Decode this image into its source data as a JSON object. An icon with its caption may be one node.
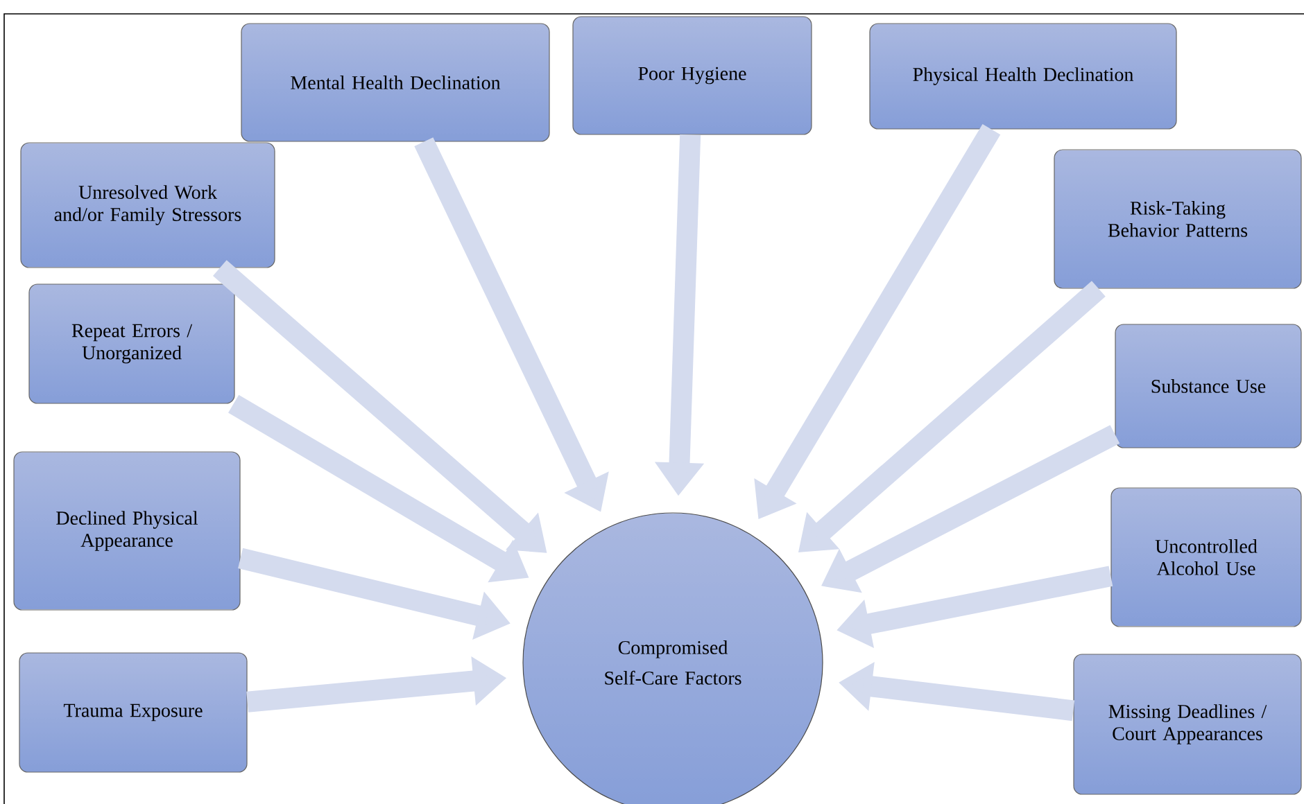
{
  "diagram": {
    "nodes": [
      {
        "text": [
          "Mental Health Declination"
        ]
      },
      {
        "text": [
          "Poor Hygiene"
        ]
      },
      {
        "text": [
          "Physical Health Declination"
        ]
      },
      {
        "text": [
          "Unresolved Work and/or Family Stressors"
        ]
      },
      {
        "text": [
          "Risk-Taking Behavior Patterns"
        ]
      },
      {
        "text": [
          "Repeat Errors / Unorganized"
        ]
      },
      {
        "text": [
          "Substance Use"
        ]
      },
      {
        "text": [
          "Declined Physical Appearance"
        ]
      },
      {
        "text": [
          "Uncontrolled Alcohol Use"
        ]
      },
      {
        "text": [
          "Compromised Self-Care Factors"
        ]
      },
      {
        "text": [
          "Trauma Exposure"
        ]
      },
      {
        "text": [
          "Missing Deadlines / Court Appearances"
        ]
      }
    ],
    "edges": [
      {
        "from": 0,
        "to": 9,
        "arrow": "to"
      },
      {
        "from": 1,
        "to": 9,
        "arrow": "to"
      },
      {
        "from": 2,
        "to": 9,
        "arrow": "to"
      },
      {
        "from": 3,
        "to": 9,
        "arrow": "to"
      },
      {
        "from": 4,
        "to": 9,
        "arrow": "to"
      },
      {
        "from": 5,
        "to": 9,
        "arrow": "to"
      },
      {
        "from": 6,
        "to": 9,
        "arrow": "to"
      },
      {
        "from": 7,
        "to": 9,
        "arrow": "to"
      },
      {
        "from": 8,
        "to": 9,
        "arrow": "to"
      },
      {
        "from": 10,
        "to": 9,
        "arrow": "to"
      },
      {
        "from": 11,
        "to": 9,
        "arrow": "to"
      }
    ]
  }
}
